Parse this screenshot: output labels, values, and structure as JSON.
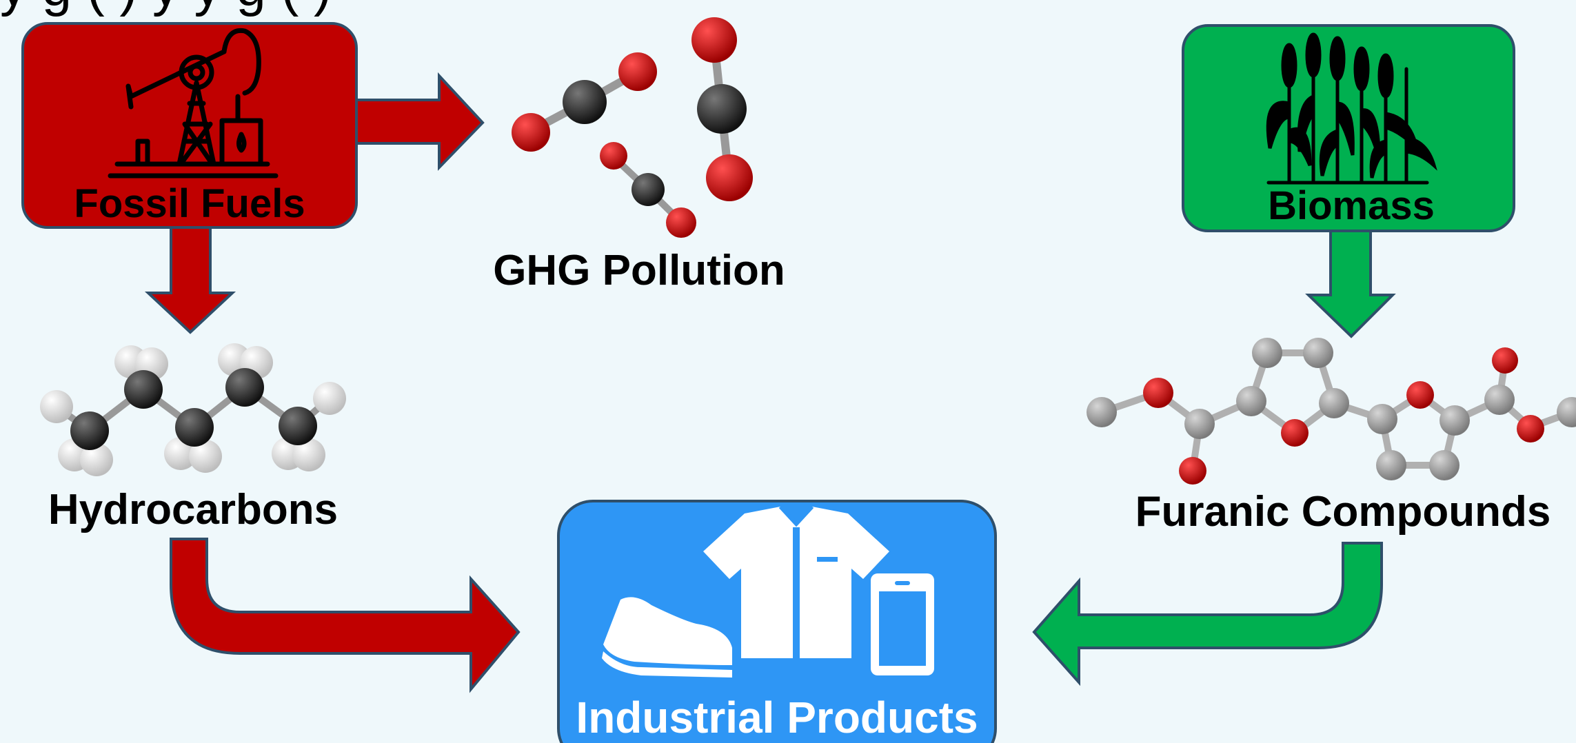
{
  "title_fragment": "y  g       (   )              y           y g       (    )",
  "nodes": {
    "fossil_fuels": {
      "label": "Fossil Fuels",
      "fill": "#c00000",
      "text_color": "#000000"
    },
    "biomass": {
      "label": "Biomass",
      "fill": "#00b050",
      "text_color": "#000000"
    },
    "industrial_products": {
      "label": "Industrial Products",
      "fill": "#2e96f5",
      "text_color": "#ffffff"
    }
  },
  "labels": {
    "ghg_pollution": "GHG Pollution",
    "hydrocarbons": "Hydrocarbons",
    "furanic_compounds": "Furanic Compounds"
  },
  "colors": {
    "fossil_arrow": "#c00000",
    "bio_arrow": "#00b050",
    "outline": "#2f4f6a",
    "carbon": "#333333",
    "oxygen": "#d40000",
    "hydrogen": "#f0f0f0",
    "furan_carbon": "#9a9a9a"
  },
  "icons": {
    "fossil": "oil-pump-jack-icon",
    "biomass": "corn-plant-icon",
    "products": [
      "shoe-icon",
      "shirt-icon",
      "smartphone-icon"
    ]
  }
}
